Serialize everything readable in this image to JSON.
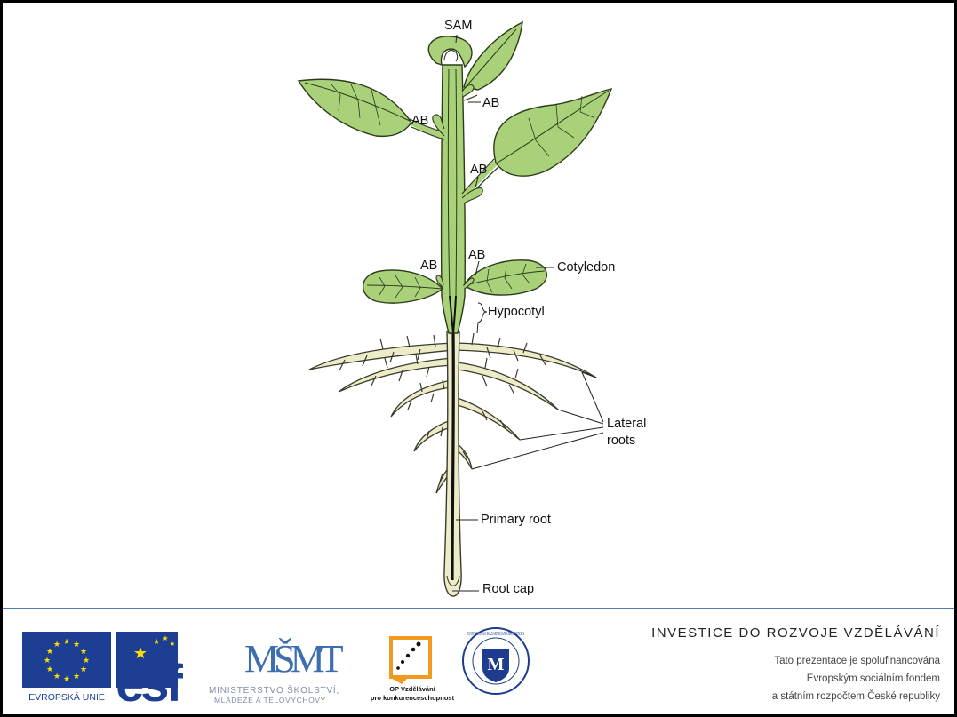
{
  "diagram": {
    "labels": {
      "sam": "SAM",
      "ab": "AB",
      "cotyledon": "Cotyledon",
      "hypocotyl": "Hypocotyl",
      "lateral_roots_1": "Lateral",
      "lateral_roots_2": "roots",
      "primary_root": "Primary root",
      "root_cap": "Root cap"
    }
  },
  "footer": {
    "eu_label": "EVROPSKÁ UNIE",
    "esf_text": "esf",
    "msmt_mark": "MŠMT",
    "msmt_line1": "MINISTERSTVO ŠKOLSTVÍ,",
    "msmt_line2": "MLÁDEŽE A TĚLOVÝCHOVY",
    "op_line1": "OP Vzdělávání",
    "op_line2": "pro konkurenceschopnost",
    "muni_text": "UNIVERSITAS MASARYKIANA BRUNENSIS",
    "invest_title": "INVESTICE DO ROZVOJE VZDĚLÁVÁNÍ",
    "text_line1": "Tato prezentace je spolufinancována",
    "text_line2": "Evropským sociálním fondem",
    "text_line3": "a státním rozpočtem České republiky"
  },
  "colors": {
    "leaf": "#a9d17a",
    "leaf_dark": "#7fb35a",
    "stem": "#a9d17a",
    "root": "#eeebc8",
    "eu_blue": "#1c3f94",
    "eu_star": "#ffdd00",
    "msmt_blue": "#3d6fb0",
    "op_orange": "#f29a1f",
    "muni_blue": "#1d3c8f"
  }
}
